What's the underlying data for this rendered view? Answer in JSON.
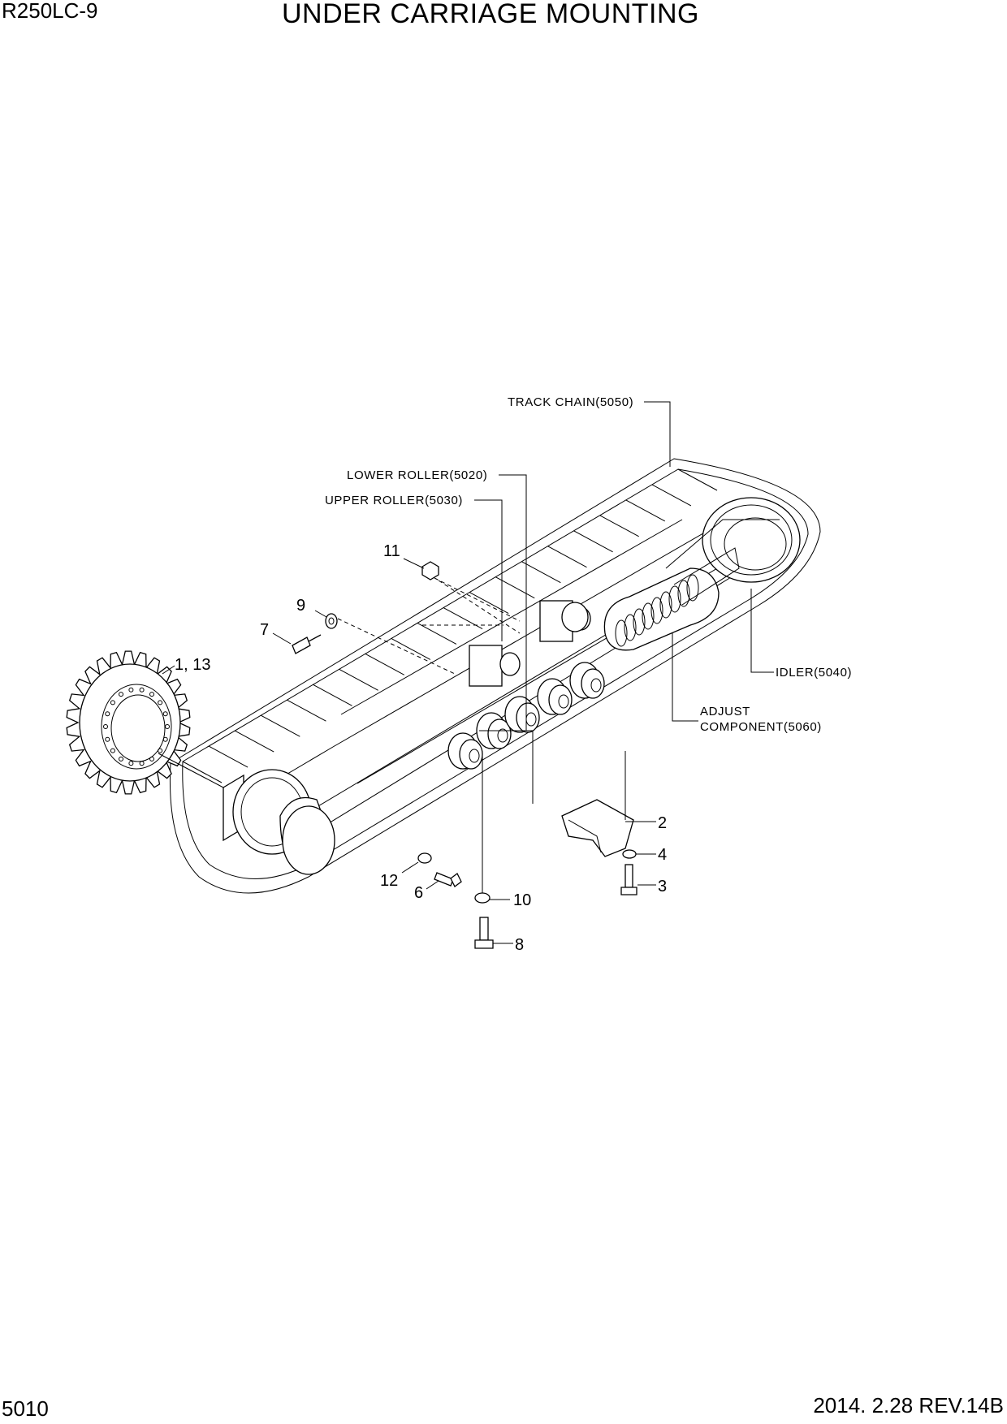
{
  "header": {
    "model": "R250LC-9",
    "title": "UNDER CARRIAGE MOUNTING"
  },
  "footer": {
    "page_number": "5010",
    "revision": "2014. 2.28  REV.14B"
  },
  "callouts": {
    "track_chain": "TRACK CHAIN(5050)",
    "lower_roller": "LOWER ROLLER(5020)",
    "upper_roller": "UPPER ROLLER(5030)",
    "idler": "IDLER(5040)",
    "adjust_line1": "ADJUST",
    "adjust_line2": "COMPONENT(5060)"
  },
  "part_numbers": {
    "p1_13": "1, 13",
    "p2": "2",
    "p3": "3",
    "p4": "4",
    "p6": "6",
    "p7": "7",
    "p8": "8",
    "p9": "9",
    "p10": "10",
    "p11": "11",
    "p12": "12"
  }
}
